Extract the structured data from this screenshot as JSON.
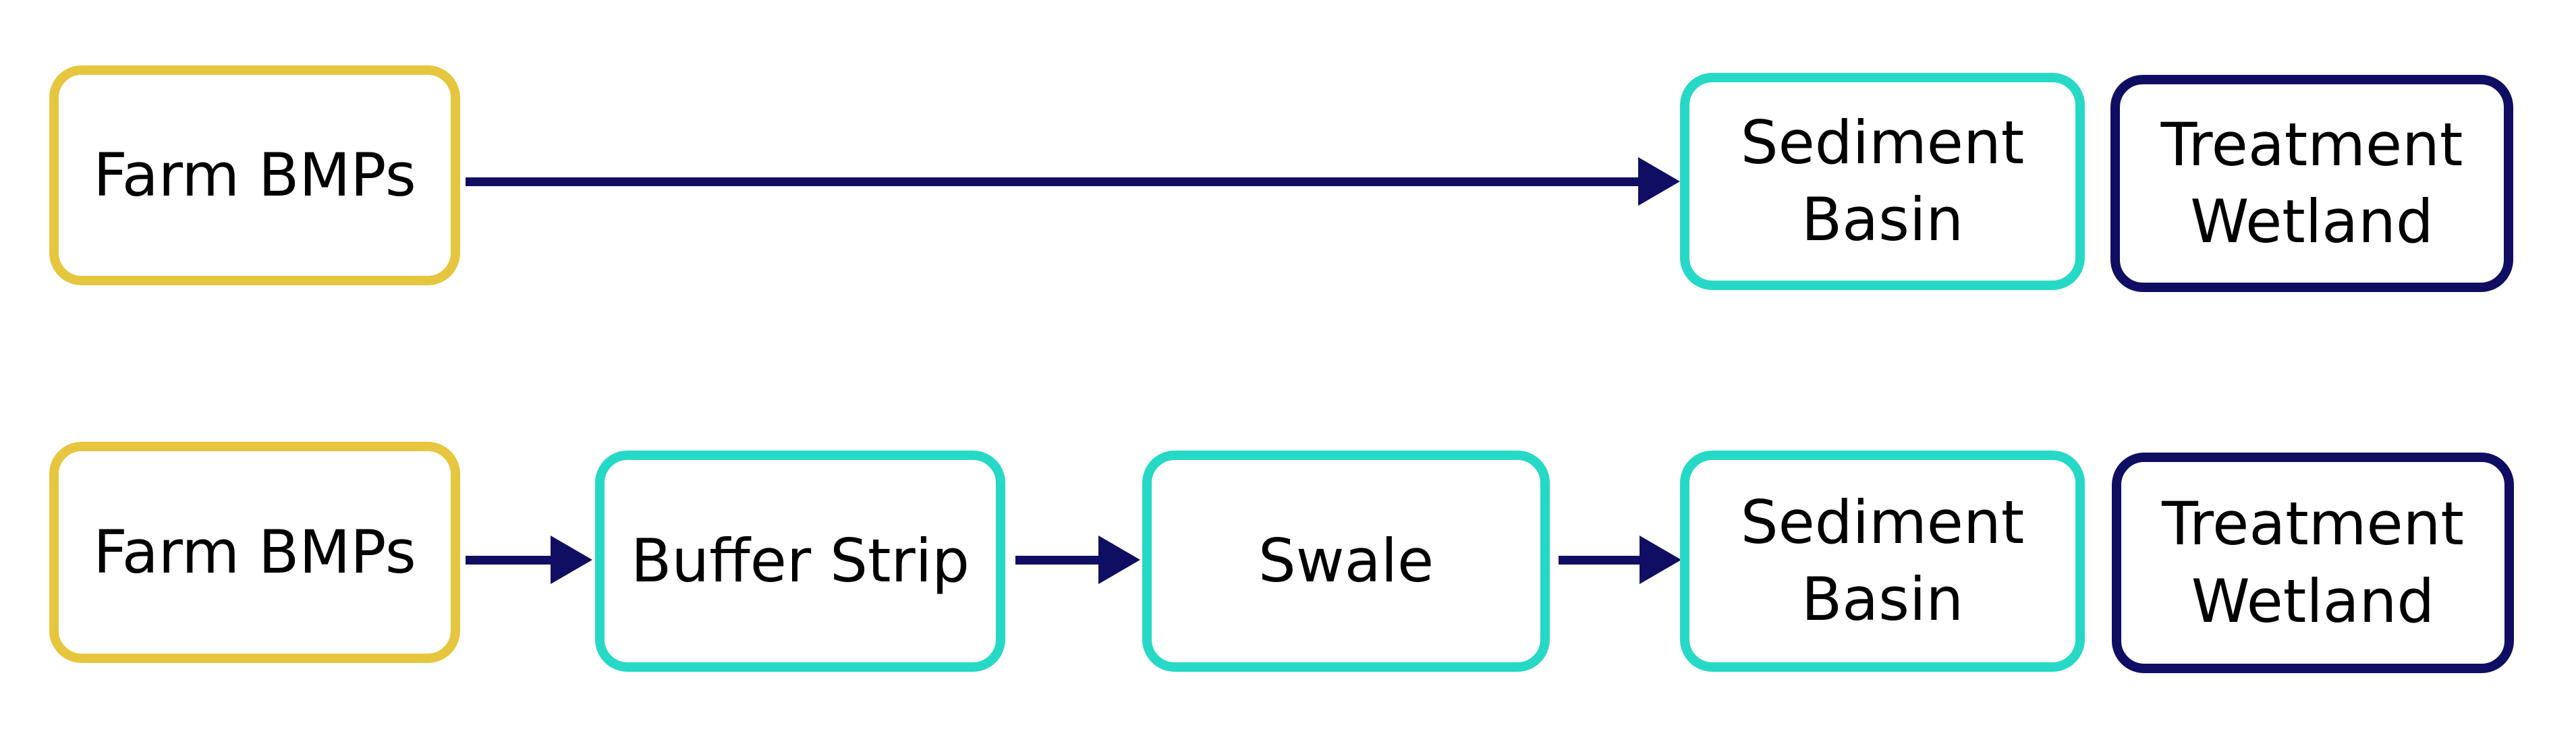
{
  "diagram": {
    "description": "Flow diagram of farm runoff treatment trains",
    "colors": {
      "farm_border": "#e7c63f",
      "practice_border": "#26d9c6",
      "wetland_border": "#100e62",
      "arrow": "#100e62",
      "text": "#000000",
      "background": "#ffffff"
    },
    "rows": [
      {
        "name": "treatment-train-1",
        "nodes": [
          {
            "label": "Farm BMPs",
            "type": "farm"
          },
          {
            "label": "Sediment Basin",
            "type": "practice"
          },
          {
            "label": "Treatment Wetland",
            "type": "wetland"
          }
        ],
        "arrows": [
          {
            "from": "Farm BMPs",
            "to": "Sediment Basin"
          }
        ]
      },
      {
        "name": "treatment-train-2",
        "nodes": [
          {
            "label": "Farm BMPs",
            "type": "farm"
          },
          {
            "label": "Buffer Strip",
            "type": "practice"
          },
          {
            "label": "Swale",
            "type": "practice"
          },
          {
            "label": "Sediment Basin",
            "type": "practice"
          },
          {
            "label": "Treatment Wetland",
            "type": "wetland"
          }
        ],
        "arrows": [
          {
            "from": "Farm BMPs",
            "to": "Buffer Strip"
          },
          {
            "from": "Buffer Strip",
            "to": "Swale"
          },
          {
            "from": "Swale",
            "to": "Sediment Basin"
          }
        ]
      }
    ]
  }
}
